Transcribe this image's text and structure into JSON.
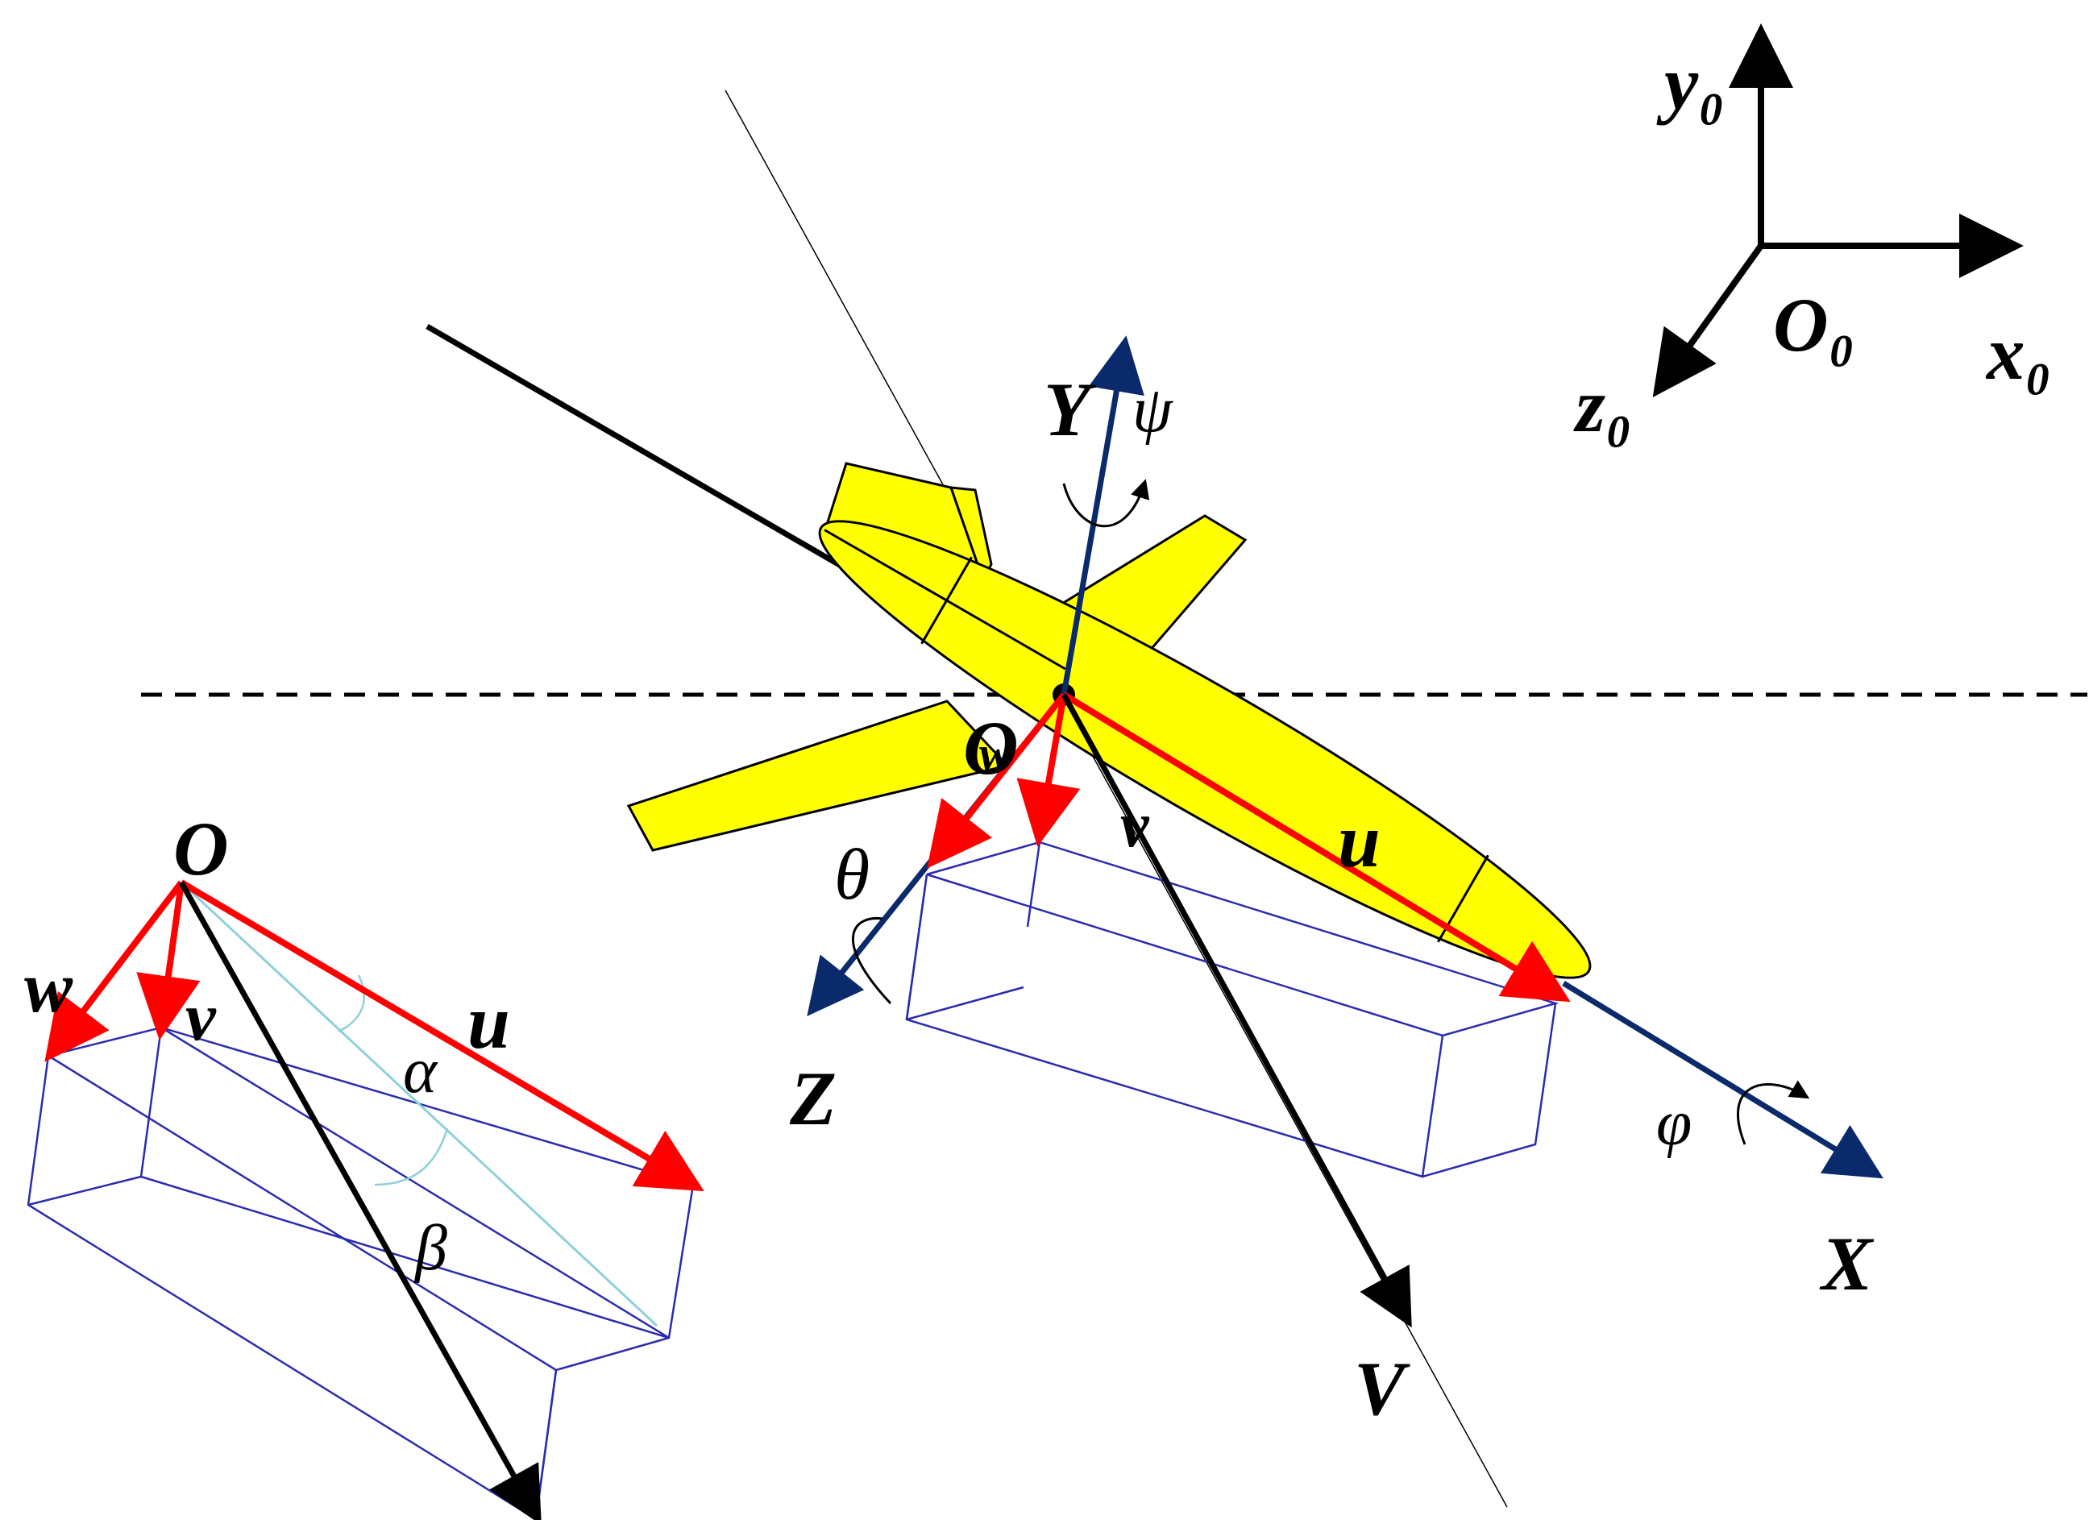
{
  "colors": {
    "body_fill": "#ffff00",
    "outline": "#000000",
    "velocity_red": "#ff0000",
    "axis_navy": "#0b2a6b",
    "box_blue": "#2b2bb0",
    "guide_cyan": "#8fd0d8"
  },
  "labels": {
    "ground_frame": {
      "y0": "y₀",
      "x0": "x₀",
      "z0": "z₀",
      "O0": "O₀"
    },
    "body_frame": {
      "Y": "Y",
      "Z": "Z",
      "X": "X",
      "O": "O",
      "psi": "ψ",
      "theta": "θ",
      "phi": "φ"
    },
    "velocity": {
      "u": "u",
      "v": "v",
      "w": "w",
      "V": "V"
    },
    "inset": {
      "O": "O",
      "w": "w",
      "v": "v",
      "u": "u",
      "alpha": "α",
      "beta": "β"
    }
  }
}
